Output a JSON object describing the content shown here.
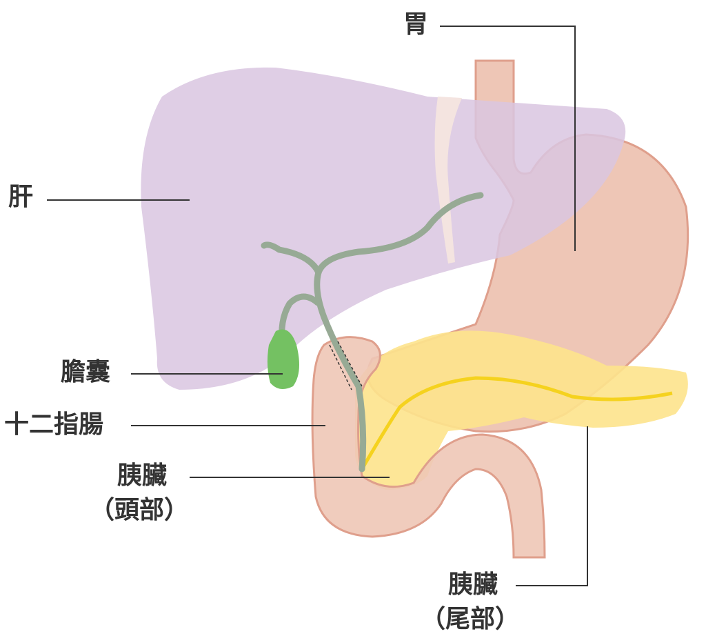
{
  "labels": {
    "stomach": "胃",
    "liver": "肝",
    "gallbladder": "膽囊",
    "duodenum": "十二指腸",
    "pancreas_head_1": "胰臟",
    "pancreas_head_2": "（頭部）",
    "pancreas_tail_1": "胰臟",
    "pancreas_tail_2": "（尾部）"
  },
  "colors": {
    "liver": "#dccbe2",
    "stomach": "#eec6b6",
    "stomach_stroke": "#df9f8c",
    "pancreas": "#fde38c",
    "pancreatic_duct": "#f5d21e",
    "bile_duct": "#97aa95",
    "gallbladder": "#74c162",
    "label_text": "#333333"
  }
}
